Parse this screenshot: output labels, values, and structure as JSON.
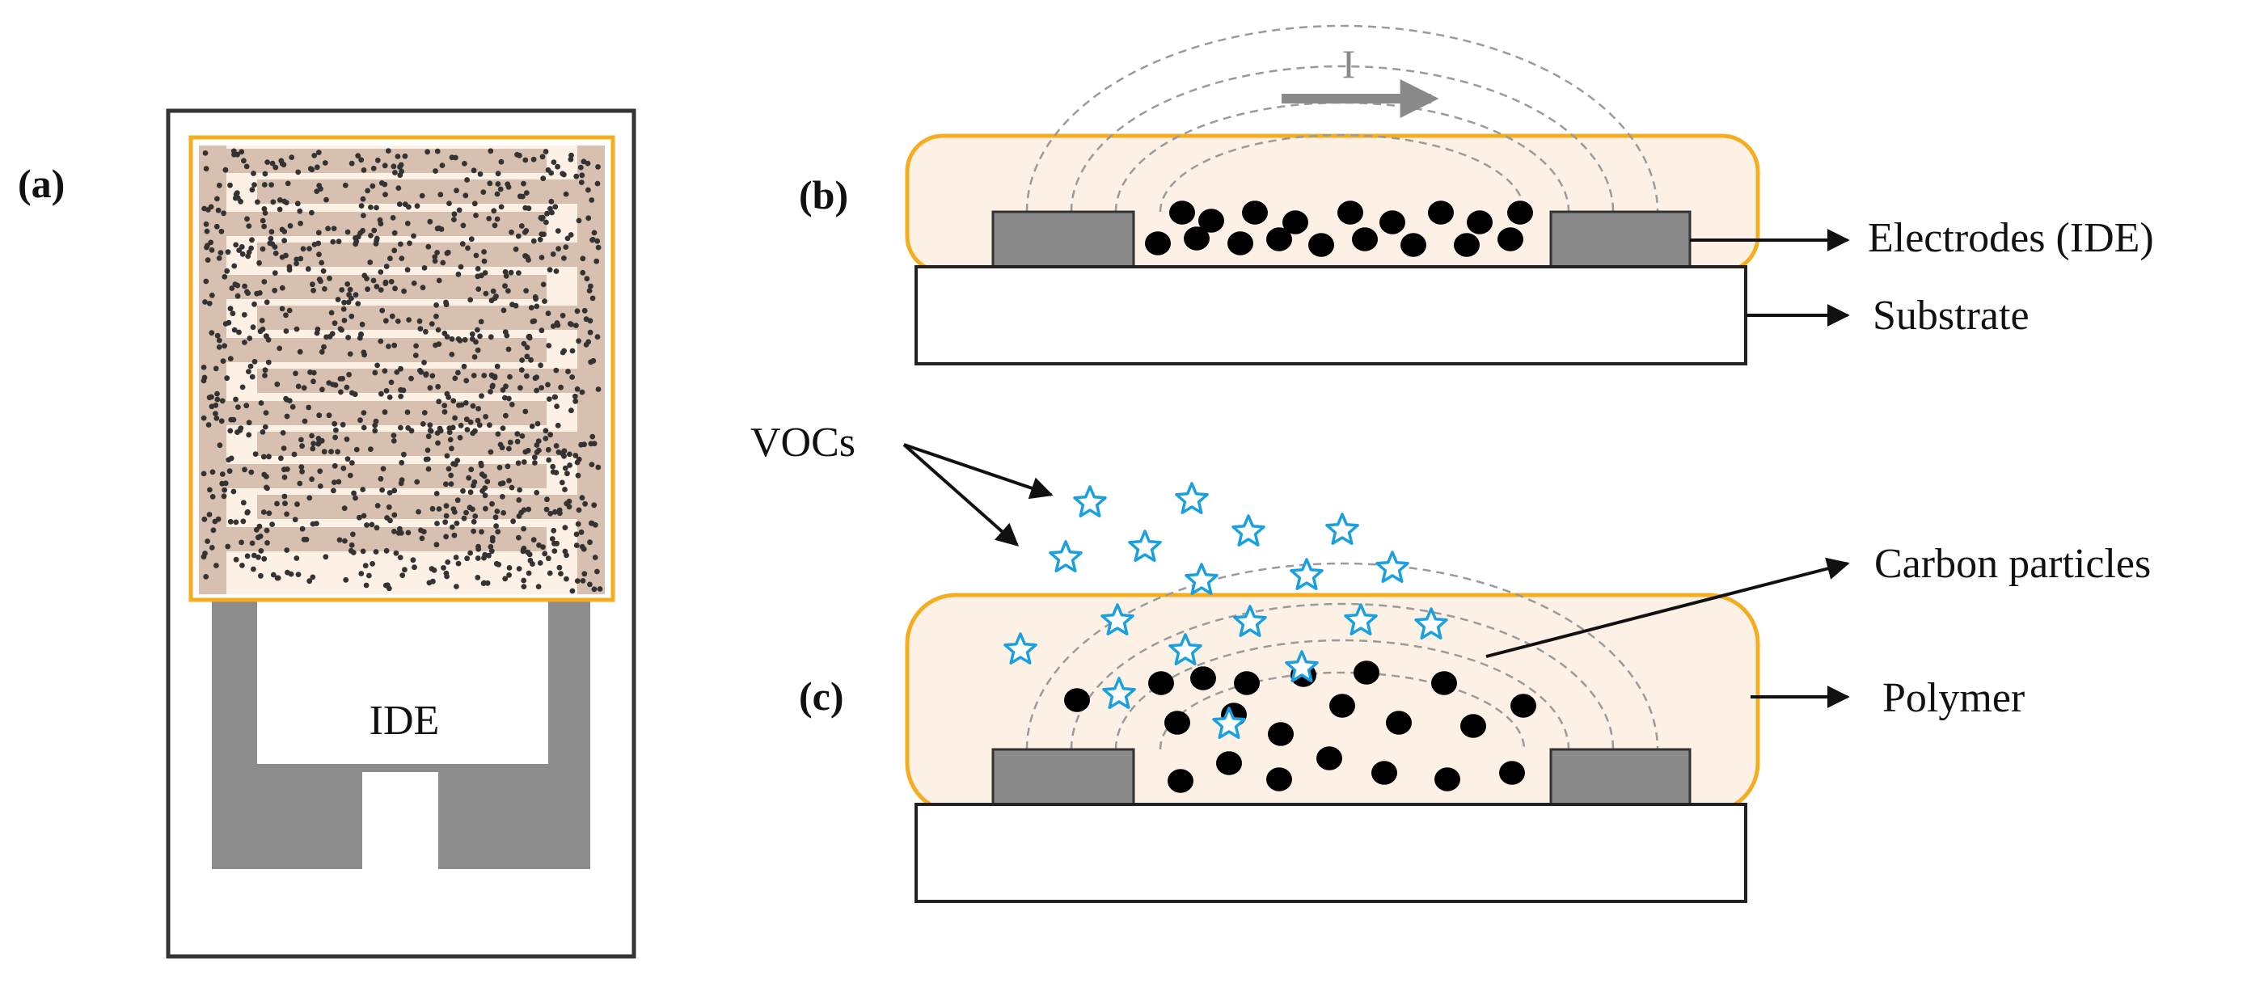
{
  "panels": {
    "a": "(a)",
    "b": "(b)",
    "c": "(c)"
  },
  "labels": {
    "ide_center": "IDE",
    "current": "I",
    "electrodes": "Electrodes (IDE)",
    "substrate": "Substrate",
    "vocs": "VOCs",
    "carbon_particles": "Carbon particles",
    "polymer": "Polymer"
  },
  "colors": {
    "polymer_fill": "#fdf1e6",
    "polymer_border": "#f5ad1f",
    "electrode_fill": "#8a8a8a",
    "coating_fill": "#d8c0b0",
    "voc_star": "#1aa0e0",
    "particle": "#000000",
    "field_line": "#9a9a9a"
  }
}
